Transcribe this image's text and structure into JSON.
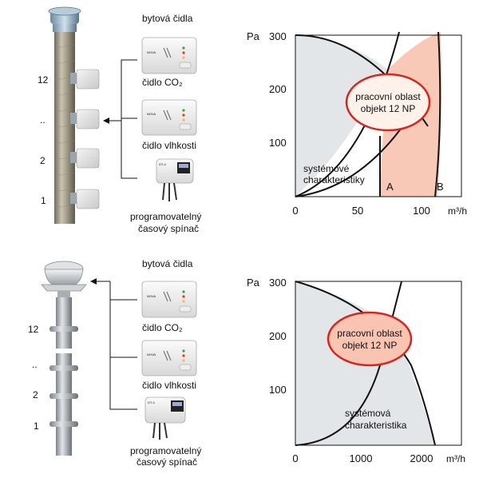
{
  "top": {
    "sensors_title": "bytová čidla",
    "co2_label": "čidlo CO₂",
    "humidity_label": "čidlo vlhkosti",
    "timer_label_line1": "programovatelný",
    "timer_label_line2": "časový spínač",
    "device_brand": "NOVA",
    "timer_model": "DT-4",
    "floor_labels": [
      "12",
      "..",
      "2",
      "1"
    ],
    "chart": {
      "y_unit": "Pa",
      "x_unit": "m³/h",
      "x_ticks": [
        "0",
        "50",
        "100"
      ],
      "y_ticks": [
        "300",
        "200",
        "100"
      ],
      "area_label_line1": "pracovní oblast",
      "area_label_line2": "objekt 12 NP",
      "system_label_line1": "systémové",
      "system_label_line2": "charakteristiky",
      "curve_a": "A",
      "curve_b": "B"
    }
  },
  "bottom": {
    "sensors_title": "bytová čidla",
    "co2_label": "čidlo CO₂",
    "humidity_label": "čidlo vlhkosti",
    "timer_label_line1": "programovatelný",
    "timer_label_line2": "časový spínač",
    "device_brand": "NOVA",
    "timer_model": "DT-4",
    "floor_labels": [
      "12",
      "..",
      "2",
      "1"
    ],
    "chart": {
      "y_unit": "Pa",
      "x_unit": "m³/h",
      "x_ticks": [
        "0",
        "1000",
        "2000"
      ],
      "y_ticks": [
        "300",
        "200",
        "100"
      ],
      "area_label_line1": "pracovní oblast",
      "area_label_line2": "objekt 12 NP",
      "system_label_line1": "systémová",
      "system_label_line2": "charakteristika"
    }
  }
}
